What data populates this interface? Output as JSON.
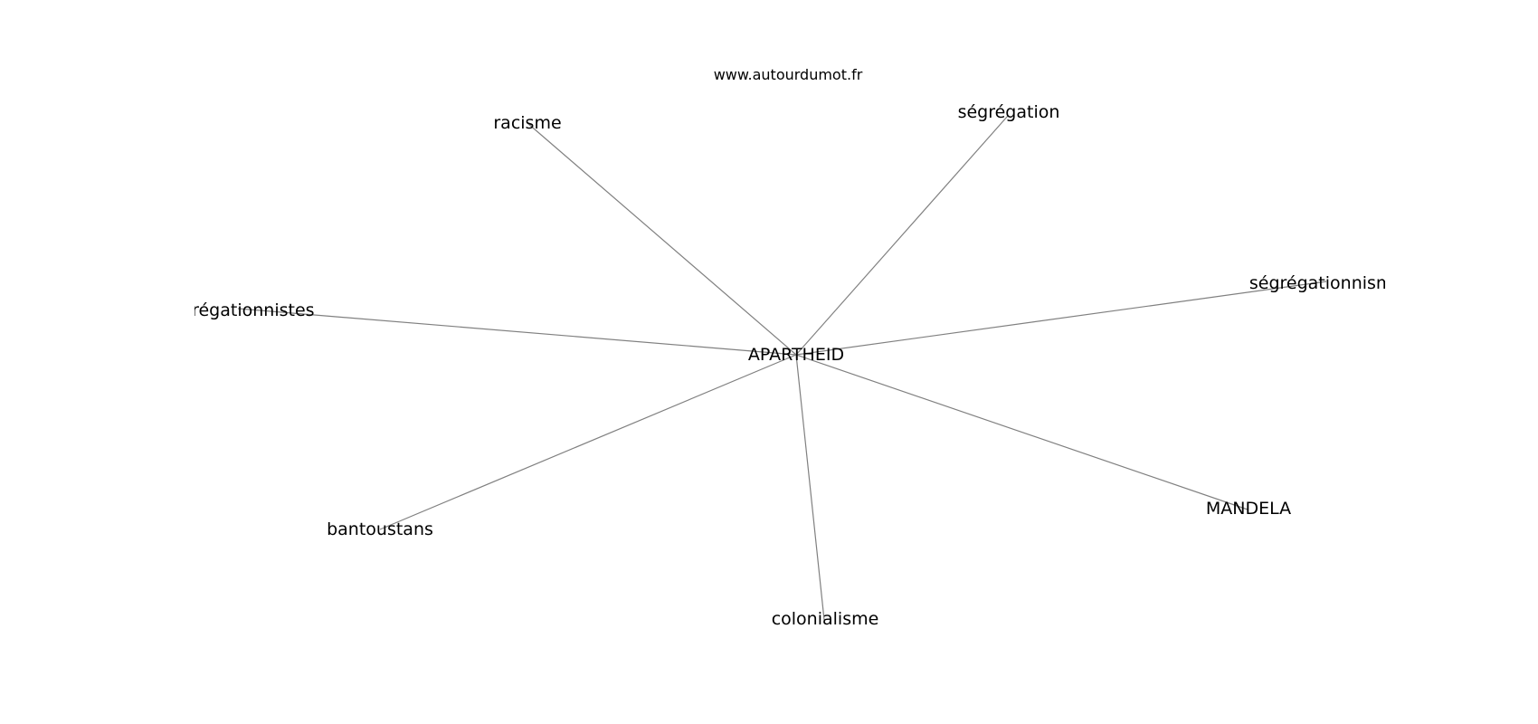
{
  "watermark": "www.autourdumot.fr",
  "graph": {
    "center": {
      "id": "apartheid",
      "label": "APARTHEID"
    },
    "neighbors": [
      {
        "id": "racisme",
        "label": "racisme"
      },
      {
        "id": "segregation",
        "label": "ségrégation"
      },
      {
        "id": "segregationnistes",
        "label": "ségrégationnistes"
      },
      {
        "id": "segregationnisme",
        "label": "ségrégationnisme"
      },
      {
        "id": "bantoustans",
        "label": "bantoustans"
      },
      {
        "id": "colonialisme",
        "label": "colonialisme"
      },
      {
        "id": "mandela",
        "label": "MANDELA"
      }
    ],
    "edge_color": "#808080"
  }
}
